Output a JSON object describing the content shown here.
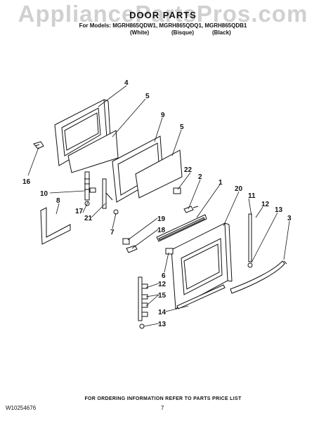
{
  "watermark": "AppliancePartsPros.com",
  "header": {
    "title": "DOOR PARTS",
    "models_line": "For Models: MGRH865QDW1, MGRH865QDQ1, MGRH865QDB1",
    "color_white": "(White)",
    "color_bisque": "(Bisque)",
    "color_black": "(Black)"
  },
  "callouts": [
    "4",
    "5",
    "9",
    "5",
    "16",
    "22",
    "2",
    "1",
    "20",
    "11",
    "12",
    "13",
    "3",
    "10",
    "8",
    "17",
    "21",
    "7",
    "19",
    "18",
    "6",
    "12",
    "15",
    "14",
    "13"
  ],
  "footer": {
    "note": "FOR ORDERING INFORMATION REFER TO PARTS PRICE LIST",
    "doc_id": "W10254676",
    "page": "7"
  }
}
